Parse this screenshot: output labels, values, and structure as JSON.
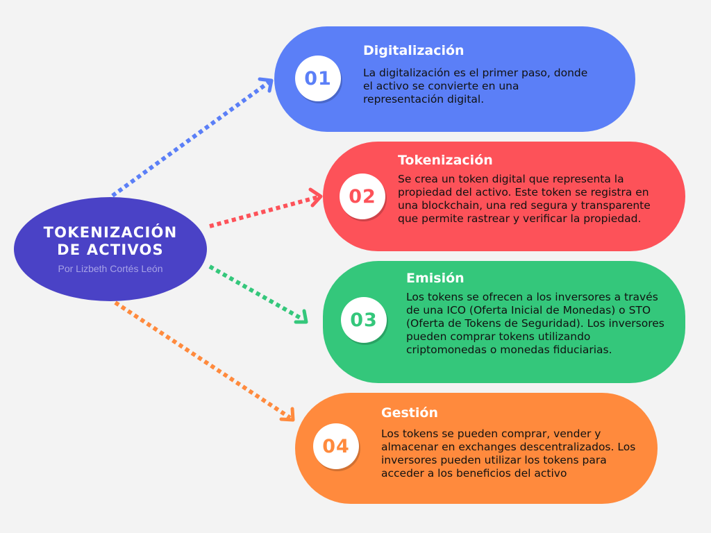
{
  "hub": {
    "title_line1": "TOKENIZACIÓN",
    "title_line2": "DE ACTIVOS",
    "subtitle": "Por Lizbeth Cortés León"
  },
  "steps": [
    {
      "number": "01",
      "title": "Digitalización",
      "text": "La digitalización es el primer paso, donde el activo se convierte en una representación digital.",
      "color": "#5b7ff7"
    },
    {
      "number": "02",
      "title": "Tokenización",
      "text": "Se crea un token digital que representa la propiedad del activo. Este token se registra en una blockchain, una red segura y transparente que permite rastrear y verificar la propiedad.",
      "color": "#fd5259"
    },
    {
      "number": "03",
      "title": "Emisión",
      "text": "Los tokens se ofrecen a los inversores a través de una ICO (Oferta Inicial de Monedas) o STO (Oferta de Tokens de Seguridad). Los inversores pueden comprar tokens utilizando criptomonedas o monedas fiduciarias.",
      "color": "#34c77b"
    },
    {
      "number": "04",
      "title": "Gestión",
      "text": "Los tokens se pueden comprar, vender y almacenar en exchanges descentralizados. Los inversores pueden utilizar los tokens para acceder a los beneficios del activo",
      "color": "#ff8a3d"
    }
  ],
  "colors": {
    "hub": "#4a42c6",
    "background": "#f3f3f3"
  }
}
